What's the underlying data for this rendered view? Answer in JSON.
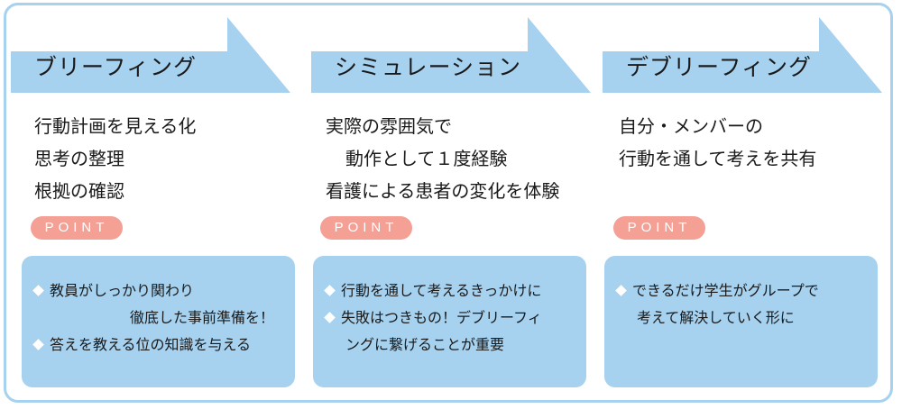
{
  "colors": {
    "frame": "#a6d1ef",
    "arrow": "#a6d1ef",
    "box": "#a6d1ef",
    "point_badge": "#f4a094",
    "text": "#1a1a1a"
  },
  "columns": [
    {
      "title": "ブリーフィング",
      "lines": [
        "行動計画を見える化",
        "思考の整理",
        "根拠の確認"
      ],
      "point_label": "POINT",
      "box_lines": [
        "教員がしっかり関わり",
        "徹底した事前準備を！",
        "答えを教える位の知識を与える"
      ]
    },
    {
      "title": "シミュレーション",
      "lines": [
        "実際の雰囲気で",
        "動作として１度経験",
        "看護による患者の変化を体験"
      ],
      "point_label": "POINT",
      "box_lines": [
        "行動を通して考えるきっかけに",
        "失敗はつきもの！デブリーフィ",
        "ングに繋げることが重要"
      ]
    },
    {
      "title": "デブリーフィング",
      "lines": [
        "自分・メンバーの",
        "行動を通して考えを共有"
      ],
      "point_label": "POINT",
      "box_lines": [
        "できるだけ学生がグループで",
        "考えて解決していく形に"
      ]
    }
  ]
}
